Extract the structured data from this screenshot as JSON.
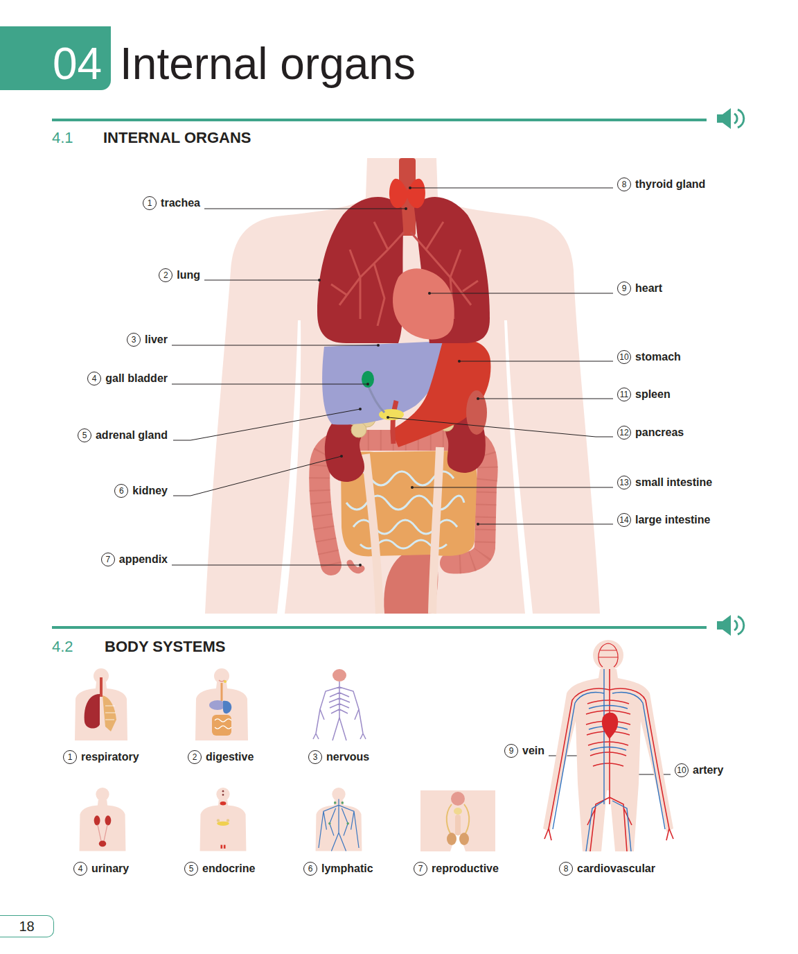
{
  "diagram": {
    "title": "Internal organs",
    "nodes": [
      {
        "text": [
          "04"
        ]
      },
      {
        "text": [
          "1",
          "trachea"
        ]
      },
      {
        "text": [
          "2",
          "lung"
        ]
      },
      {
        "text": [
          "3",
          "liver"
        ]
      },
      {
        "text": [
          "4",
          "gall bladder"
        ]
      },
      {
        "text": [
          "5",
          "adrenal gland"
        ]
      },
      {
        "text": [
          "6",
          "kidney"
        ]
      },
      {
        "text": [
          "7",
          "appendix"
        ]
      },
      {
        "text": [
          "8",
          "thyroid gland"
        ]
      },
      {
        "text": [
          "9",
          "heart"
        ]
      },
      {
        "text": [
          "10",
          "stomach"
        ]
      },
      {
        "text": [
          "11",
          "spleen"
        ]
      },
      {
        "text": [
          "12",
          "pancreas"
        ]
      },
      {
        "text": [
          "13",
          "small intestine"
        ]
      },
      {
        "text": [
          "14",
          "large intestine"
        ]
      },
      {
        "text": [
          "1",
          "respiratory"
        ]
      },
      {
        "text": [
          "2",
          "digestive"
        ]
      },
      {
        "text": [
          "3",
          "nervous"
        ]
      },
      {
        "text": [
          "4",
          "urinary"
        ]
      },
      {
        "text": [
          "5",
          "endocrine"
        ]
      },
      {
        "text": [
          "6",
          "lymphatic"
        ]
      },
      {
        "text": [
          "7",
          "reproductive"
        ]
      },
      {
        "text": [
          "8",
          "cardiovascular"
        ]
      },
      {
        "text": [
          "9",
          "vein"
        ]
      },
      {
        "text": [
          "10",
          "artery"
        ]
      },
      {
        "text": [
          "18"
        ]
      }
    ],
    "labels": [
      "4.1",
      "INTERNAL ORGANS",
      "4.2",
      "BODY SYSTEMS"
    ]
  }
}
